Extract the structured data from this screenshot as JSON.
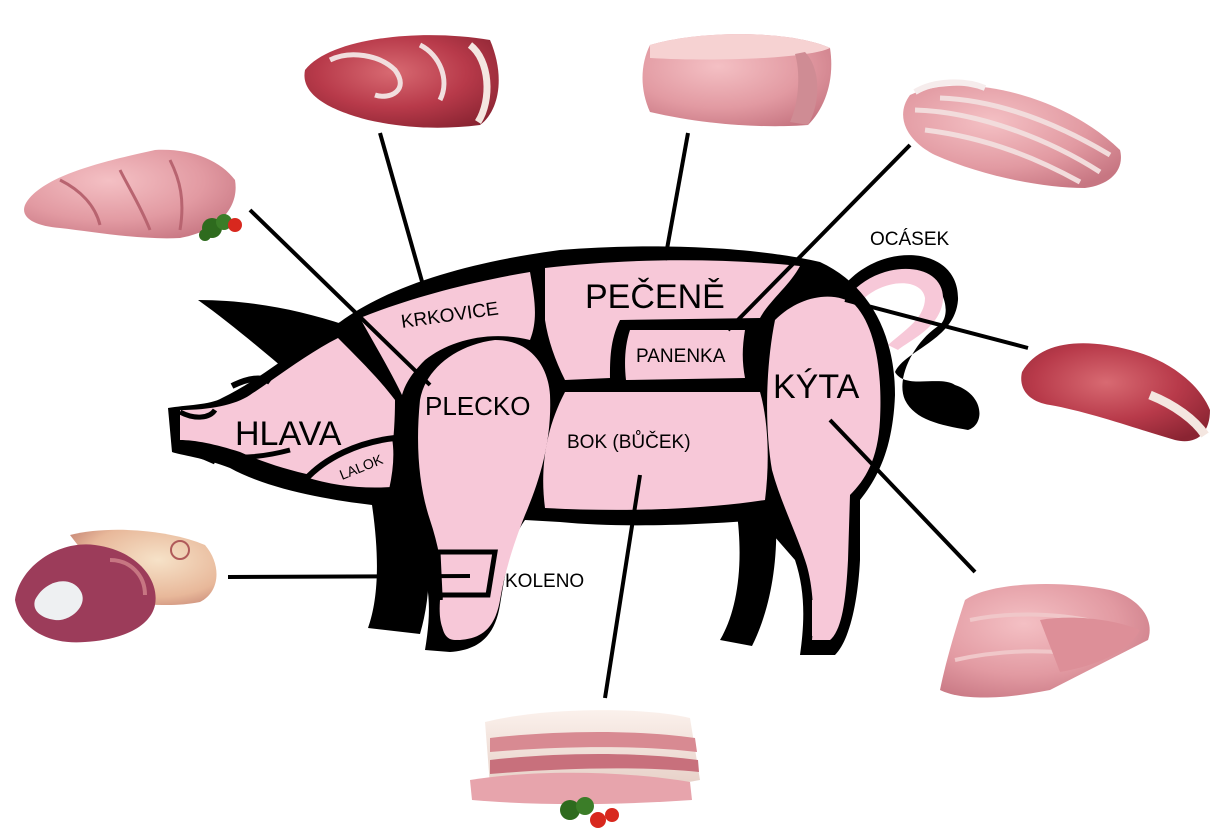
{
  "labels": {
    "hlava": "HLAVA",
    "lalok": "LALOK",
    "krkovice": "KRKOVICE",
    "plecko": "PLECKO",
    "pecene": "PEČENĚ",
    "panenka": "PANENKA",
    "bok": "BOK (BŮČEK)",
    "kyta": "KÝTA",
    "ocasek": "OCÁSEK",
    "koleno": "KOLENO"
  },
  "colors": {
    "pig_fill": "#f7c8d8",
    "outline": "#000000",
    "meat_red": "#b83a4a",
    "meat_pink": "#e8a0a8",
    "fat": "#f4e6e0",
    "herb_green": "#2e6b1e",
    "tomato_red": "#d8281e"
  },
  "icons": {
    "meat_photo": "meat-cut-image",
    "pig_silhouette": "pig-icon"
  }
}
